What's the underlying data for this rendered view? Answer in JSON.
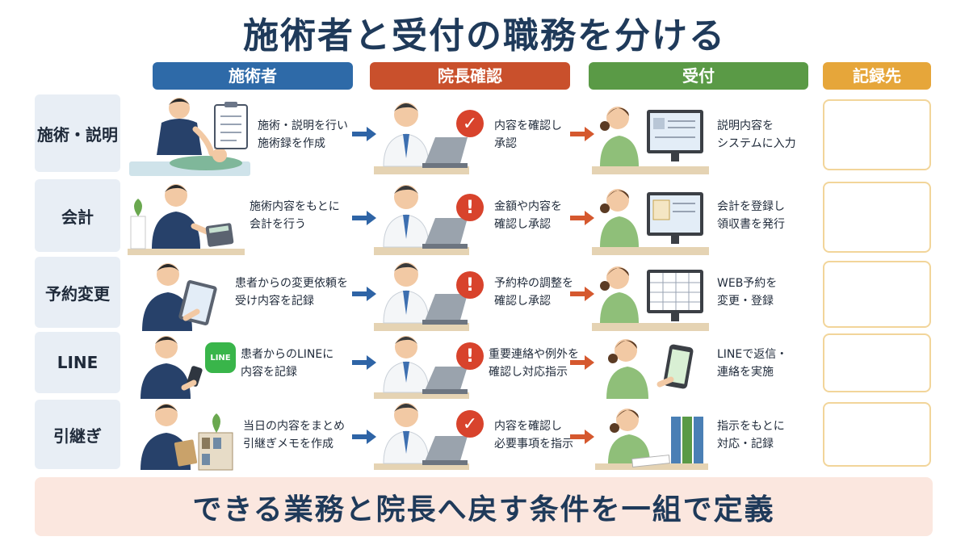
{
  "title": "施術者と受付の職務を分ける",
  "columns": {
    "practitioner": "施術者",
    "director": "院長確認",
    "reception": "受付",
    "record": "記録先"
  },
  "colors": {
    "practitioner": "#2e6aa8",
    "director": "#c9502c",
    "reception": "#5a9a46",
    "record": "#e6a63a",
    "arrow_blue": "#2e64a6",
    "arrow_red": "#d5582e",
    "check": "#d8432c",
    "exclaim": "#d8432c"
  },
  "rows": [
    {
      "label": "施術・説明",
      "practitioner_text": [
        "施術・説明を行い",
        "施術録を作成"
      ],
      "director_icon": "check-icon",
      "director_text": [
        "内容を確認し",
        "承認"
      ],
      "reception_text": [
        "説明内容を",
        "システムに入力"
      ]
    },
    {
      "label": "会計",
      "practitioner_text": [
        "施術内容をもとに",
        "会計を行う"
      ],
      "director_icon": "exclamation-icon",
      "director_text": [
        "金額や内容を",
        "確認し承認"
      ],
      "reception_text": [
        "会計を登録し",
        "領収書を発行"
      ]
    },
    {
      "label": "予約変更",
      "practitioner_text": [
        "患者からの変更依頼を",
        "受け内容を記録"
      ],
      "director_icon": "exclamation-icon",
      "director_text": [
        "予約枠の調整を",
        "確認し承認"
      ],
      "reception_text": [
        "WEB予約を",
        "変更・登録"
      ]
    },
    {
      "label": "LINE",
      "practitioner_text": [
        "患者からのLINEに",
        "内容を記録"
      ],
      "line_logo": "LINE",
      "director_icon": "exclamation-icon",
      "director_text": [
        "重要連絡や例外を",
        "確認し対応指示"
      ],
      "reception_text": [
        "LINEで返信・",
        "連絡を実施"
      ]
    },
    {
      "label": "引継ぎ",
      "practitioner_text": [
        "当日の内容をまとめ",
        "引継ぎメモを作成"
      ],
      "director_icon": "check-icon",
      "director_text": [
        "内容を確認し",
        "必要事項を指示"
      ],
      "reception_text": [
        "指示をもとに",
        "対応・記録"
      ]
    }
  ],
  "footer": "できる業務と院長へ戻す条件を一組で定義"
}
